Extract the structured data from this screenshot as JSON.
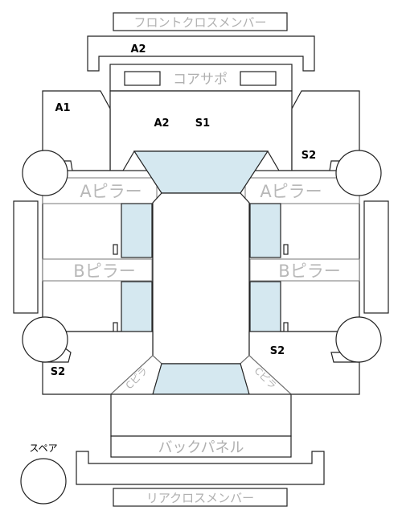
{
  "labels": {
    "front_cross_member": "フロントクロスメンバー",
    "core_support": "コアサポ",
    "a_pillar_left": "Aピラー",
    "a_pillar_right": "Aピラー",
    "b_pillar_left": "Bピラー",
    "b_pillar_right": "Bピラー",
    "c_pillar_left": "Cピラ",
    "c_pillar_right": "Cピラ",
    "back_panel": "バックパネル",
    "rear_cross_member": "リアクロスメンバー",
    "spare": "スペア"
  },
  "codes": {
    "front_member": "A2",
    "front_left_corner": "A1",
    "roof_front_left": "A2",
    "roof_front_right": "S1",
    "right_front": "S2",
    "right_rear": "S2",
    "left_rear": "S2"
  }
}
